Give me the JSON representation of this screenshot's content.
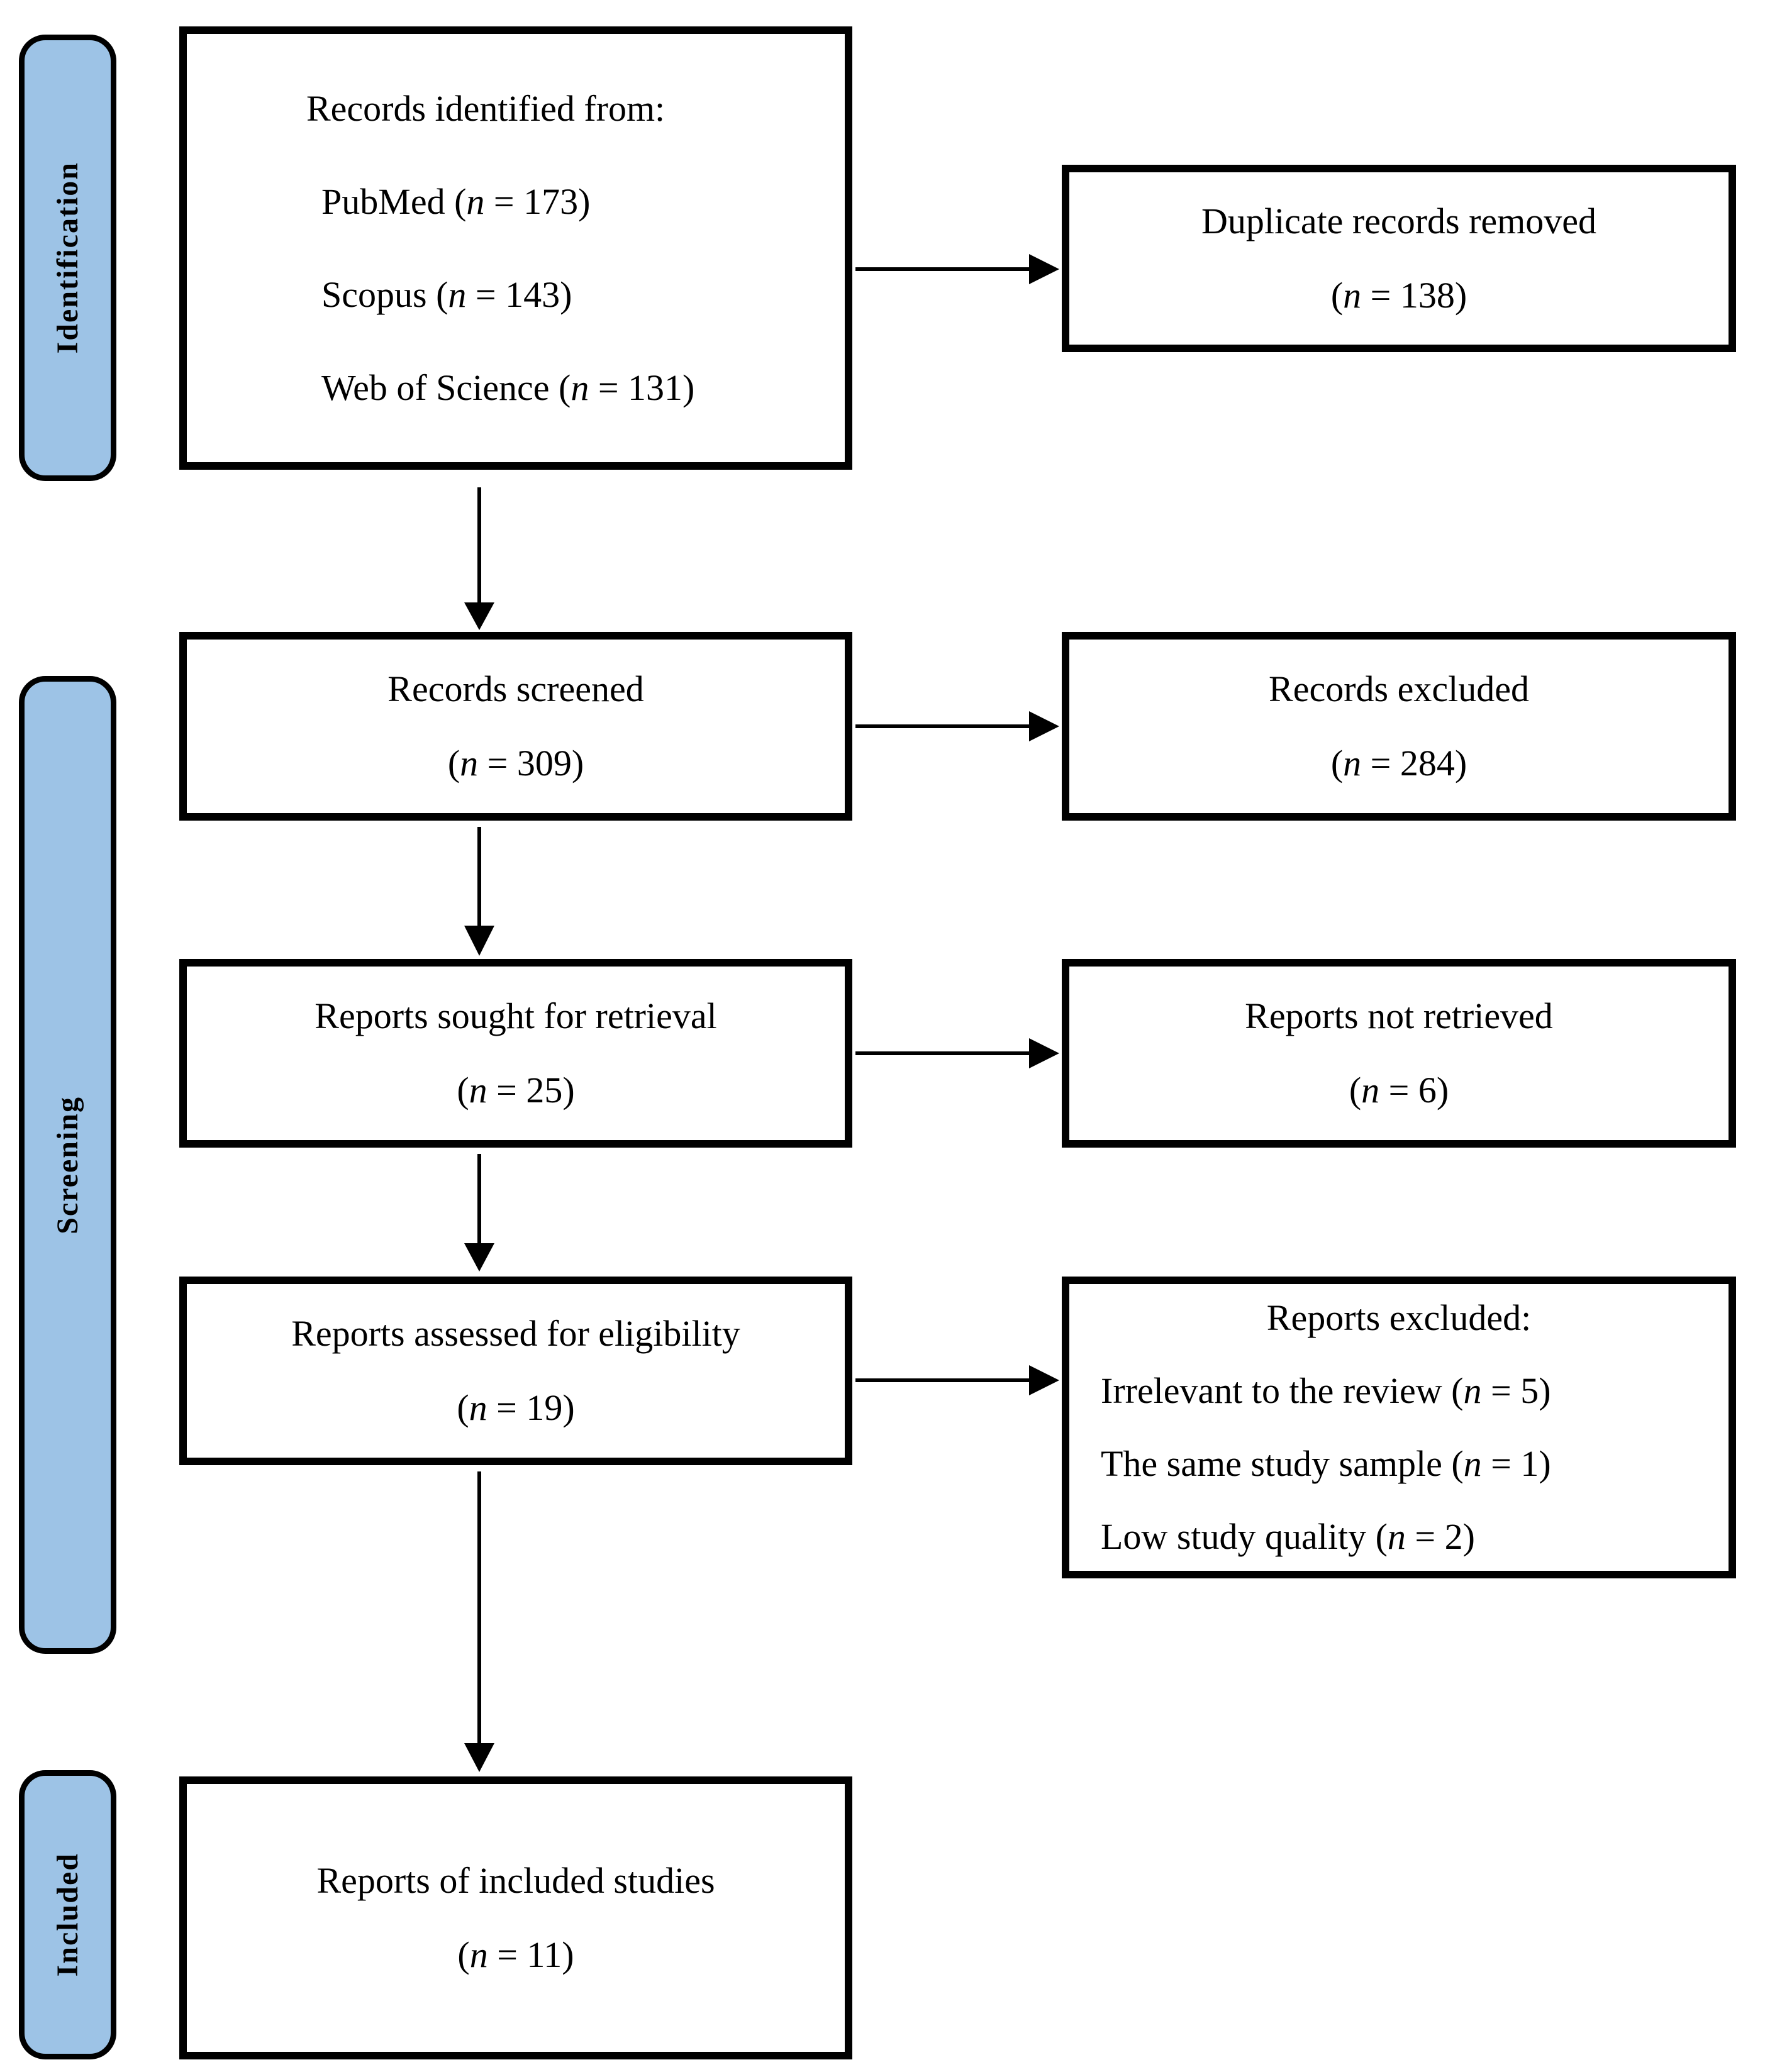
{
  "palette": {
    "stage_fill": "#9DC3E6",
    "border": "#000000",
    "box_fill": "#FFFFFF",
    "text": "#000000"
  },
  "stages": [
    {
      "label": "Identification"
    },
    {
      "label": "Screening"
    },
    {
      "label": "Included"
    }
  ],
  "boxes": {
    "records_identified": {
      "lines": [
        "Records identified from:",
        "PubMed (n = 173)",
        "Scopus (n = 143)",
        "Web of Science (n = 131)"
      ]
    },
    "duplicate_records_removed": {
      "lines": [
        "Duplicate records removed",
        "(n = 138)"
      ]
    },
    "records_screened": {
      "lines": [
        "Records screened",
        "(n = 309)"
      ]
    },
    "records_excluded": {
      "lines": [
        "Records excluded",
        "(n = 284)"
      ]
    },
    "reports_sought": {
      "lines": [
        "Reports sought for retrieval",
        "(n = 25)"
      ]
    },
    "reports_not_retrieved": {
      "lines": [
        "Reports not retrieved",
        "(n = 6)"
      ]
    },
    "reports_assessed": {
      "lines": [
        "Reports assessed for eligibility",
        "(n = 19)"
      ]
    },
    "reports_excluded": {
      "lines": [
        "Reports excluded:",
        "Irrelevant to the review (n = 5)",
        "The same study sample (n = 1)",
        "Low study quality (n = 2)"
      ]
    },
    "reports_included": {
      "lines": [
        "Reports of included studies",
        "(n = 11)"
      ]
    }
  }
}
